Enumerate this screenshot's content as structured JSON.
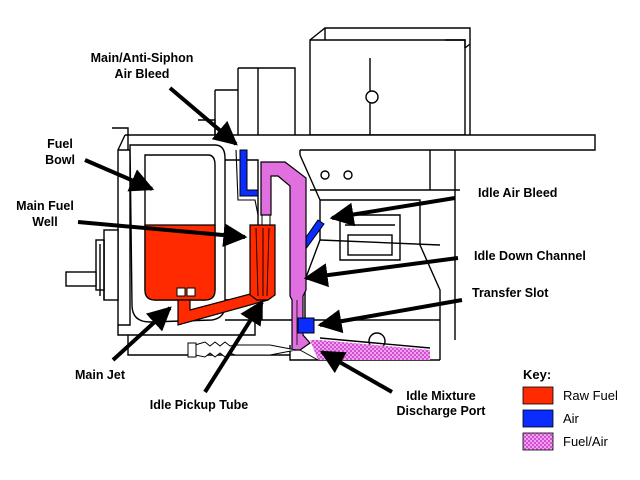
{
  "labels": {
    "main_anti_siphon": [
      "Main/Anti-Siphon",
      "Air Bleed"
    ],
    "fuel_bowl": [
      "Fuel",
      "Bowl"
    ],
    "main_fuel_well": [
      "Main Fuel",
      "Well"
    ],
    "main_jet": "Main Jet",
    "idle_pickup_tube": "Idle Pickup Tube",
    "idle_air_bleed": "Idle Air Bleed",
    "idle_down_channel": "Idle Down Channel",
    "transfer_slot": "Transfer Slot",
    "idle_mixture_discharge_port": [
      "Idle Mixture",
      "Discharge Port"
    ]
  },
  "key": {
    "title": "Key:",
    "items": [
      {
        "label": "Raw Fuel",
        "color": "#ff2a00",
        "icon": "red-swatch"
      },
      {
        "label": "Air",
        "color": "#0a2cff",
        "icon": "blue-swatch"
      },
      {
        "label": "Fuel/Air",
        "color": "#e070e0",
        "icon": "pink-swatch"
      }
    ]
  },
  "colors": {
    "raw_fuel": "#ff2a00",
    "air": "#0a2cff",
    "fuel_air": "#e070e0",
    "outline": "#000000"
  }
}
